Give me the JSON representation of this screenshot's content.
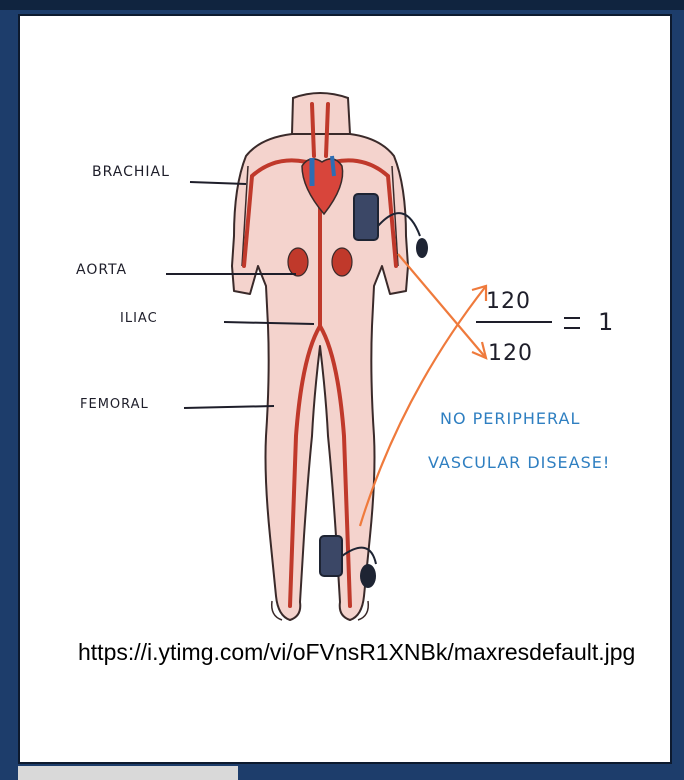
{
  "labels": {
    "brachial": "BRACHIAL",
    "aorta": "AORTA",
    "iliac": "ILIAC",
    "femoral": "FEMORAL"
  },
  "ratio": {
    "numerator": "120",
    "denominator": "120",
    "equals": "=",
    "result": "1"
  },
  "conclusion": {
    "line1": "NO PERIPHERAL",
    "line2": "VASCULAR DISEASE!"
  },
  "source_url": "https://i.ytimg.com/vi/oFVnsR1XNBk/maxresdefault.jpg",
  "colors": {
    "skin": "#f4d3cd",
    "outline": "#3a2a2a",
    "artery": "#c0392b",
    "cuff": "#3b4766",
    "arrow": "#ef7a3c",
    "note": "#2f7fc1"
  }
}
